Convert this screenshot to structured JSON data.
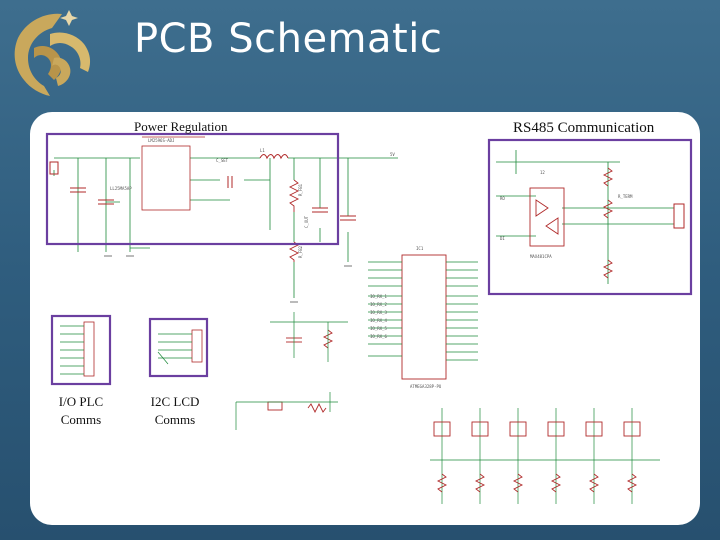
{
  "slide": {
    "title": "PCB Schematic",
    "logo_icon": "pegasus-logo-icon",
    "colors": {
      "background": "#2f5d7e",
      "logo": "#c9a85c",
      "highlight": "#6b3fa0",
      "wire": "#1d8a3a",
      "component": "#b02a2a"
    }
  },
  "schematic": {
    "sections": {
      "power": {
        "label": "Power Regulation"
      },
      "rs485": {
        "label": "RS485 Communication"
      },
      "io": {
        "label_line1": "I/O PLC",
        "label_line2": "Comms"
      },
      "i2c": {
        "label_line1": "I2C LCD",
        "label_line2": "Comms"
      }
    },
    "parts": {
      "mcu": "ATMEGA328P-PU",
      "mcu_ref": "IC1",
      "transceiver": "MAX481CPA",
      "regulator": "LM2596S-ADJ",
      "inductor": "L1",
      "capacitor_in": "C_IN",
      "capacitor_out": "C_OUT",
      "resistor_fb1": "R_FB1",
      "resistor_fb2": "R_FB2",
      "resistor_term": "R_TERM"
    }
  }
}
